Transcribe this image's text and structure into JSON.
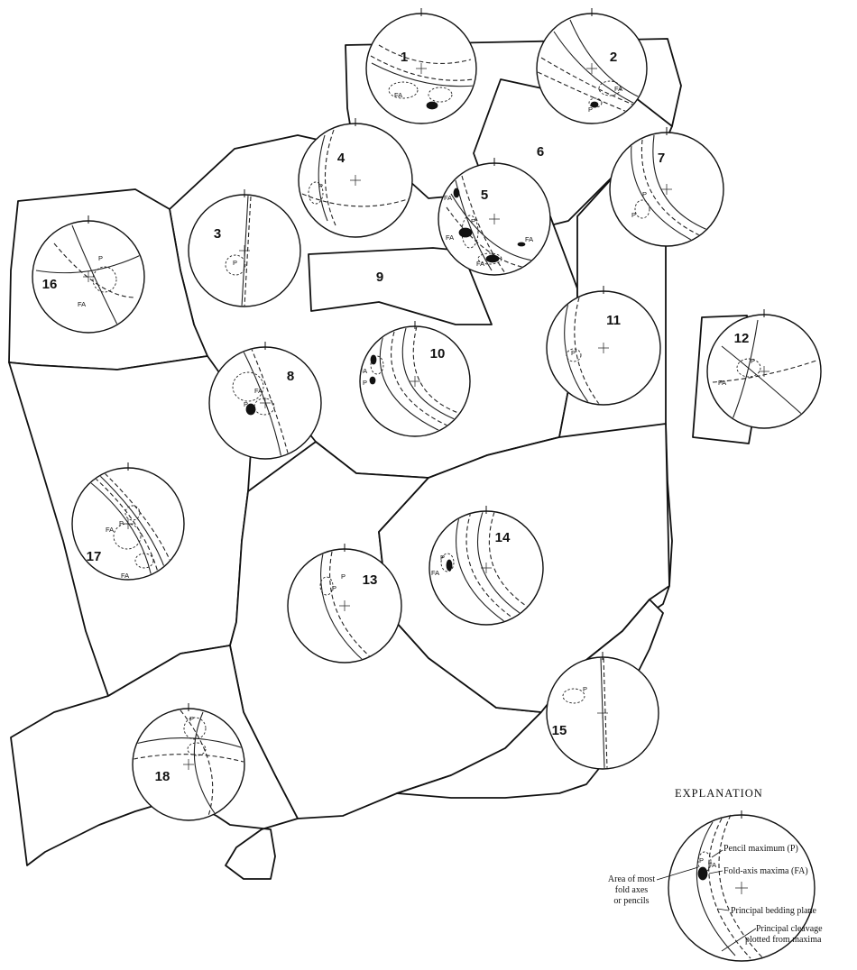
{
  "nets": [
    {
      "id": "1",
      "label": "1"
    },
    {
      "id": "2",
      "label": "2"
    },
    {
      "id": "3",
      "label": "3"
    },
    {
      "id": "4",
      "label": "4"
    },
    {
      "id": "5",
      "label": "5"
    },
    {
      "id": "7",
      "label": "7"
    },
    {
      "id": "8",
      "label": "8"
    },
    {
      "id": "10",
      "label": "10"
    },
    {
      "id": "11",
      "label": "11"
    },
    {
      "id": "12",
      "label": "12"
    },
    {
      "id": "13",
      "label": "13"
    },
    {
      "id": "14",
      "label": "14"
    },
    {
      "id": "15",
      "label": "15"
    },
    {
      "id": "16",
      "label": "16"
    },
    {
      "id": "17",
      "label": "17"
    },
    {
      "id": "18",
      "label": "18"
    }
  ],
  "regions": {
    "r6": "6",
    "r9": "9"
  },
  "marks": {
    "p": "P",
    "fa": "FA"
  },
  "explanation": {
    "title": "EXPLANATION",
    "pencil": "Pencil maximum (P)",
    "foldaxis": "Fold-axis maxima (FA)",
    "area_line1": "Area of most",
    "area_line2": "fold axes",
    "area_line3": "or pencils",
    "bedding": "Principal bedding plane",
    "cleavage_line1": "Principal cleavage",
    "cleavage_line2": "plotted from maxima",
    "marker_p": "P",
    "marker_fa": "FA"
  }
}
